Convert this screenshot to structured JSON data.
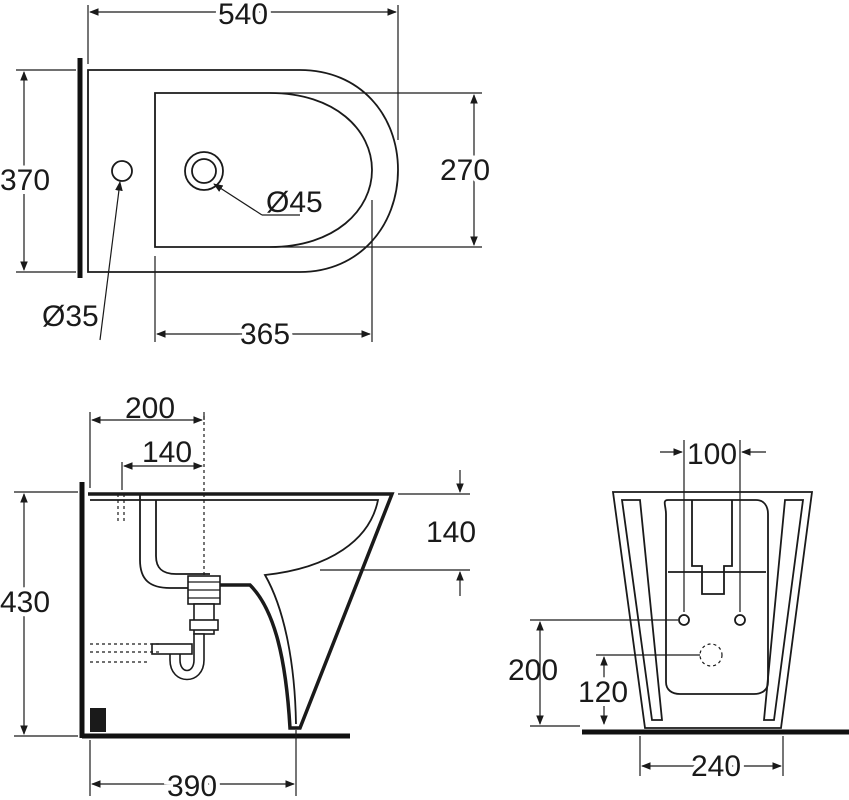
{
  "top_view": {
    "width_label": "540",
    "depth_label": "370",
    "bowl_depth_label": "270",
    "bowl_width_label": "365",
    "waste_hole_label": "Ø45",
    "tap_hole_label": "Ø35"
  },
  "side_view": {
    "tap_offset_label": "200",
    "waste_offset_label": "140",
    "bowl_height_label": "140",
    "total_height_label": "430",
    "base_depth_label": "390"
  },
  "front_view": {
    "bolt_spacing_label": "100",
    "bolt_height_label": "200",
    "inlet_height_label": "120",
    "base_width_label": "240"
  }
}
